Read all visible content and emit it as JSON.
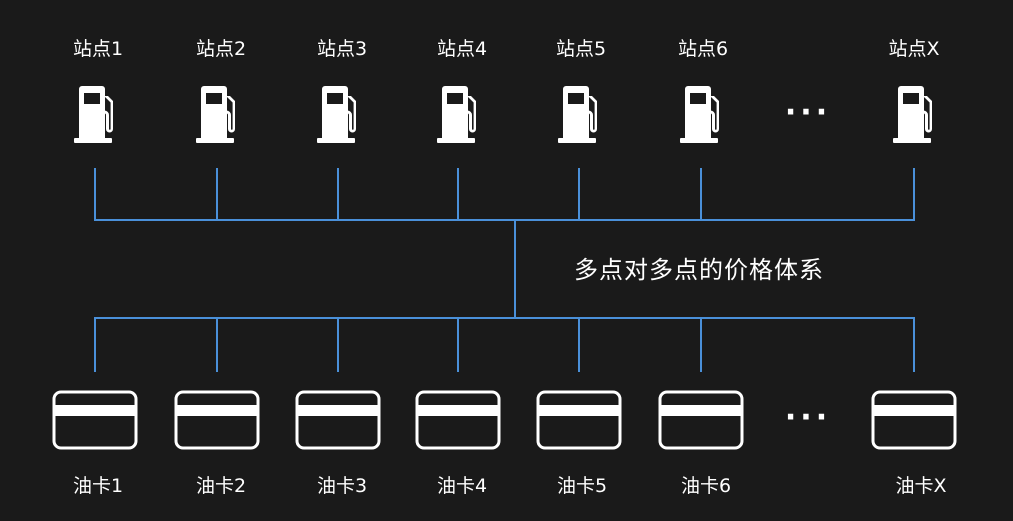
{
  "stations": [
    {
      "label": "站点1"
    },
    {
      "label": "站点2"
    },
    {
      "label": "站点3"
    },
    {
      "label": "站点4"
    },
    {
      "label": "站点5"
    },
    {
      "label": "站点6"
    },
    {
      "label": "站点X"
    }
  ],
  "cards": [
    {
      "label": "油卡1"
    },
    {
      "label": "油卡2"
    },
    {
      "label": "油卡3"
    },
    {
      "label": "油卡4"
    },
    {
      "label": "油卡5"
    },
    {
      "label": "油卡6"
    },
    {
      "label": "油卡X"
    }
  ],
  "center_label": "多点对多点的价格体系",
  "ellipsis": "···",
  "colors": {
    "background": "#1a1a1a",
    "connector": "#4a90d9",
    "foreground": "#ffffff"
  },
  "icons": {
    "station": "fuel-pump-icon",
    "card": "card-icon"
  }
}
